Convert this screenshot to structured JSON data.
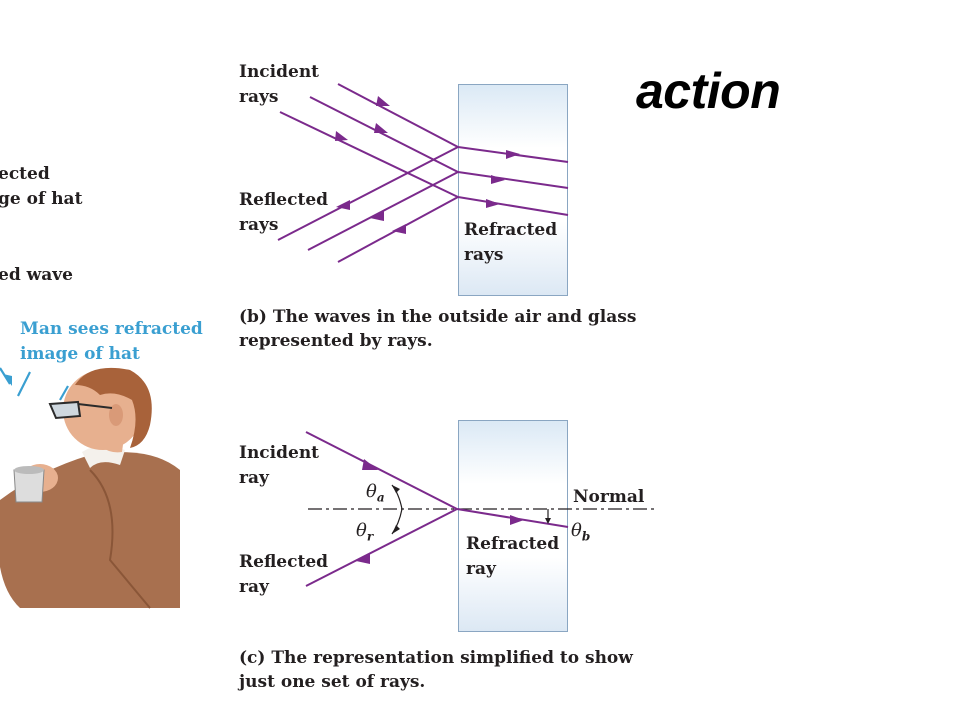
{
  "slide": {
    "title": "action"
  },
  "panel_a": {
    "label_reflected_image": [
      "ected",
      "ge of hat"
    ],
    "label_reflected_wave": "ed wave",
    "label_man_sees": [
      "Man sees refracted",
      "image of hat"
    ]
  },
  "panel_b": {
    "incident_label": [
      "Incident",
      "rays"
    ],
    "reflected_label": [
      "Reflected",
      "rays"
    ],
    "refracted_label": [
      "Refracted",
      "rays"
    ],
    "caption_prefix": "(b)",
    "caption_text": "The waves in the outside air and glass",
    "caption_text2": "represented by rays."
  },
  "panel_c": {
    "incident_label": [
      "Incident",
      "ray"
    ],
    "reflected_label": [
      "Reflected",
      "ray"
    ],
    "refracted_label": [
      "Refracted",
      "ray"
    ],
    "normal_label": "Normal",
    "theta_a": "θ",
    "theta_a_sub": "a",
    "theta_r": "θ",
    "theta_r_sub": "r",
    "theta_b": "θ",
    "theta_b_sub": "b",
    "caption_prefix": "(c)",
    "caption_text": "The representation simplified to show",
    "caption_text2": "just one set of rays."
  },
  "colors": {
    "ray": "#7b2a8c",
    "blue_label": "#3a9fd1",
    "glass_border": "#8aa6c2"
  }
}
